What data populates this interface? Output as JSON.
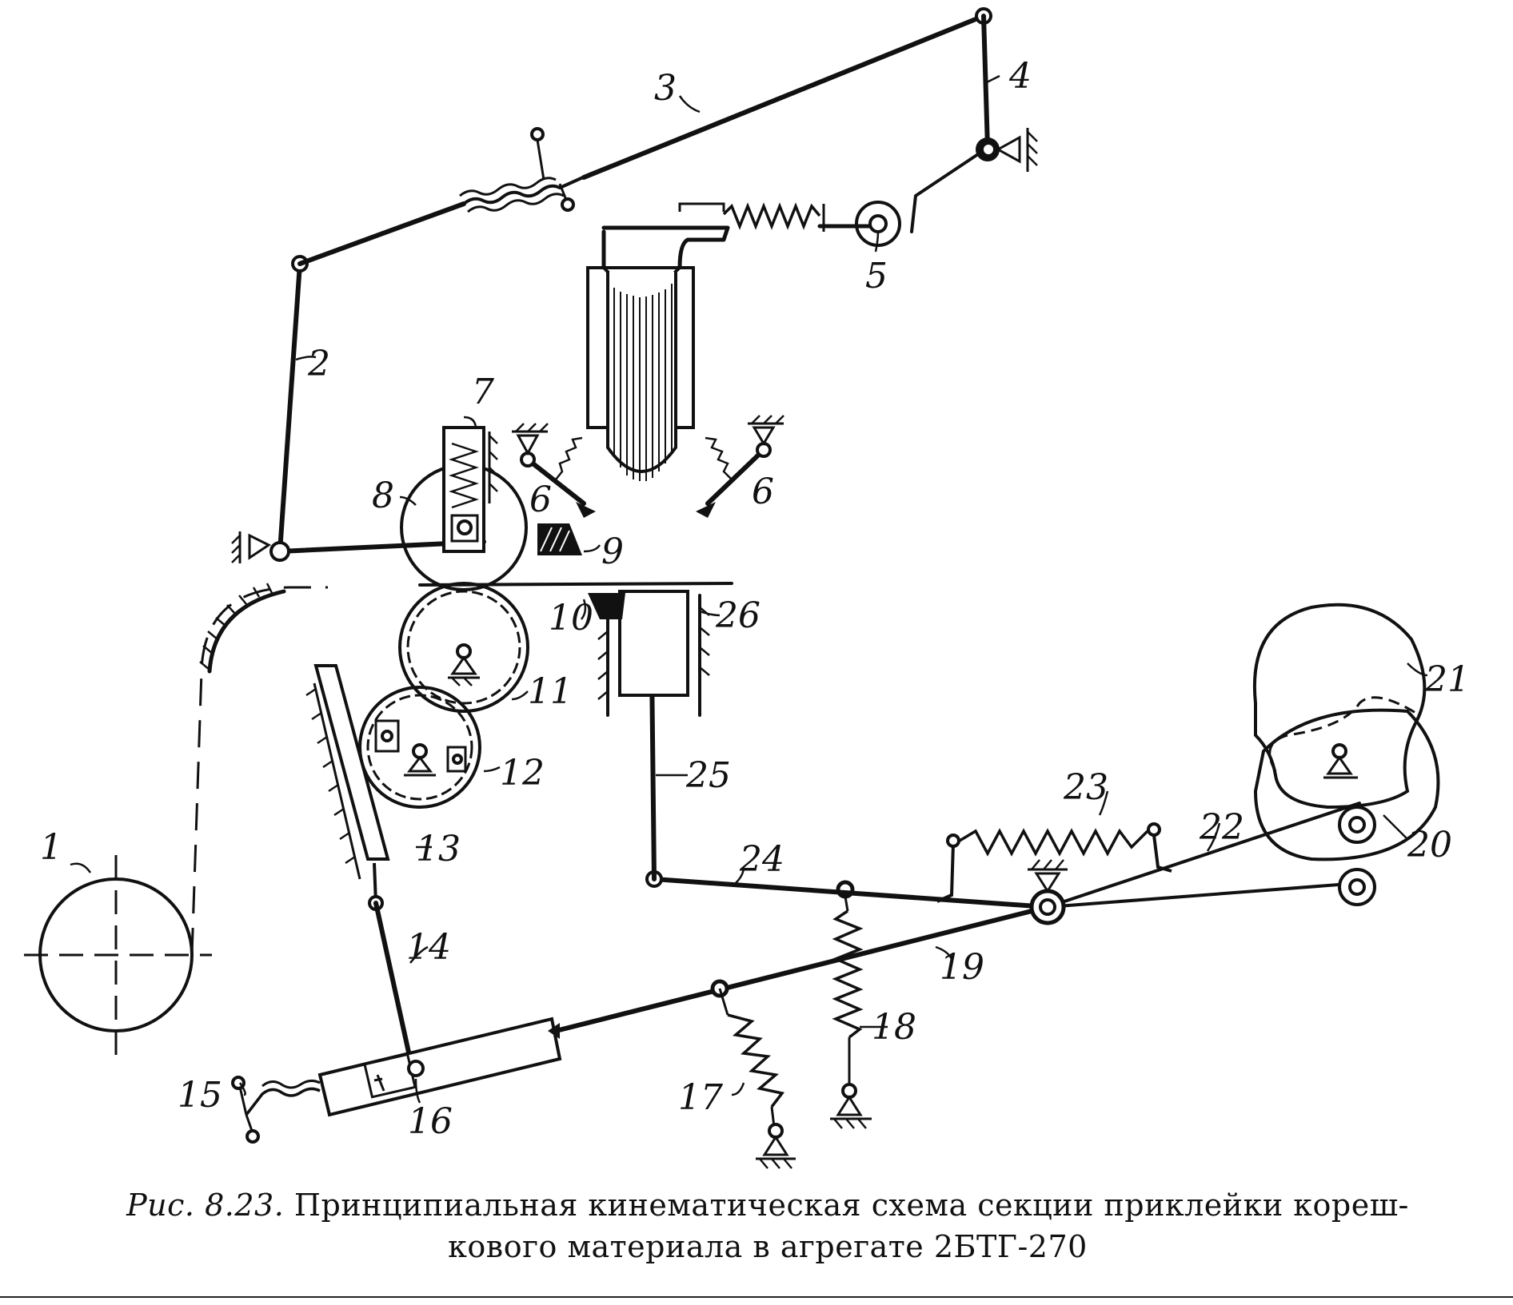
{
  "figure": {
    "caption_prefix": "Рис. 8.23.",
    "caption_line1": "Принципиальная кинематическая схема секции приклейки кореш-",
    "caption_line2": "кового материала в агрегате 2БТГ-270"
  },
  "labels": {
    "l1": "1",
    "l2": "2",
    "l3": "3",
    "l4": "4",
    "l5": "5",
    "l6a": "6",
    "l6b": "6",
    "l7": "7",
    "l8": "8",
    "l9": "9",
    "l10": "10",
    "l11": "11",
    "l12": "12",
    "l13": "13",
    "l14": "14",
    "l15": "15",
    "l16": "16",
    "l17": "17",
    "l18": "18",
    "l19": "19",
    "l20": "20",
    "l21": "21",
    "l22": "22",
    "l23": "23",
    "l24": "24",
    "l25": "25",
    "l26": "26"
  }
}
